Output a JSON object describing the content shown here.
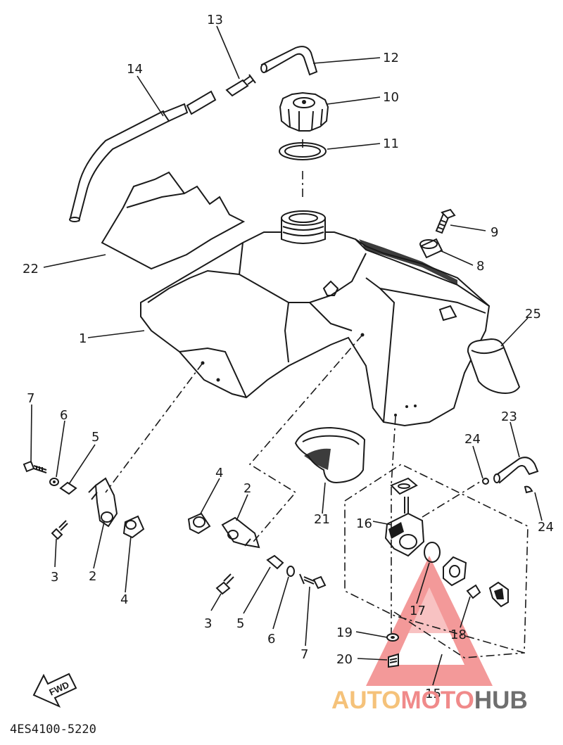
{
  "diagram": {
    "part_code": "4ES4100-5220",
    "fwd_label": "FWD",
    "callouts": [
      "1",
      "2",
      "2",
      "3",
      "3",
      "4",
      "4",
      "5",
      "5",
      "6",
      "6",
      "7",
      "7",
      "8",
      "9",
      "10",
      "11",
      "12",
      "13",
      "14",
      "15",
      "16",
      "17",
      "18",
      "19",
      "20",
      "21",
      "22",
      "23",
      "24",
      "24",
      "25"
    ]
  },
  "watermark": {
    "part1": "AUTO",
    "part2": "MOTO",
    "part3": "HUB",
    "colors": {
      "part1": "#f5c27a",
      "part2": "#f08a8a",
      "part3": "#6e6e6e",
      "triangle": "#f07878"
    }
  }
}
